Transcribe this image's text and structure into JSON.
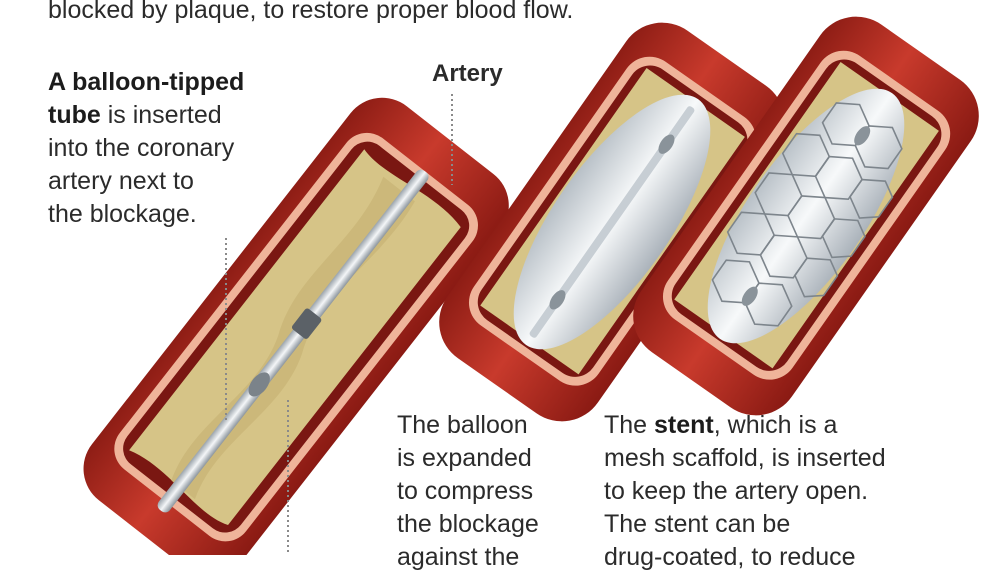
{
  "intro": {
    "text": "blocked by plaque, to restore proper blood flow."
  },
  "step1": {
    "bold": "A balloon-tipped",
    "bold2": "tube",
    "line2_rest": " is inserted",
    "line3": "into the coronary",
    "line4": "artery next to",
    "line5": "the blockage."
  },
  "artery_label": "Artery",
  "step2": {
    "line1": "The balloon",
    "line2": "is expanded",
    "line3": "to compress",
    "line4": "the blockage",
    "line5": "against the"
  },
  "step3": {
    "line1_pre": "The ",
    "line1_bold": "stent",
    "line1_post": ", which is a",
    "line2": "mesh scaffold, is inserted",
    "line3": "to keep the artery open.",
    "line4": "The stent can be",
    "line5": "drug-coated, to reduce"
  },
  "colors": {
    "artery_outer": "#a8261c",
    "artery_dark": "#7a1712",
    "artery_wall": "#e8a58a",
    "plaque": "#d9c98a",
    "balloon": "#e8ecef",
    "leader": "#8a8a8a"
  }
}
